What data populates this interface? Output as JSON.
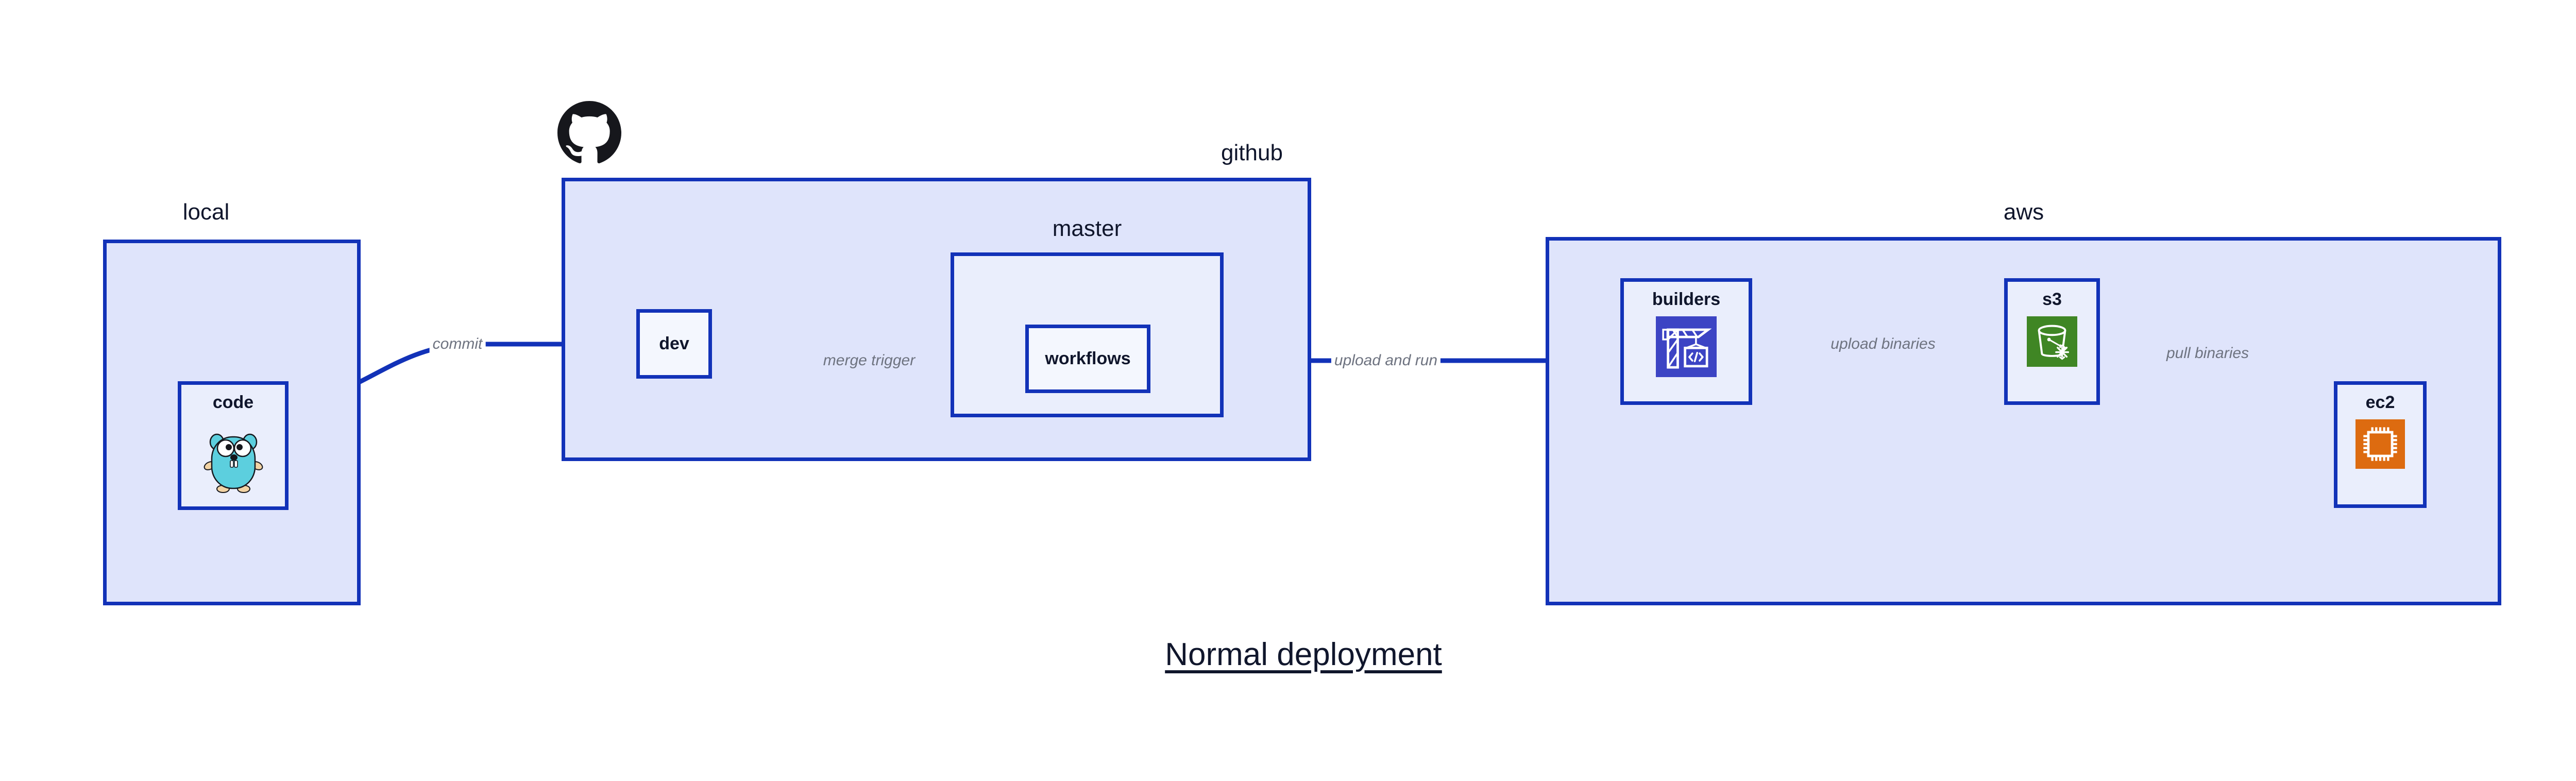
{
  "diagram": {
    "title": "Normal deployment",
    "accent_border": "#1232b8",
    "group_fill": "#dfe4fb",
    "node_fill": "#eaeefc",
    "text_color": "#10162c",
    "edge_label_color": "#6e7380"
  },
  "groups": {
    "local": {
      "label": "local"
    },
    "github": {
      "label": "github"
    },
    "master": {
      "label": "master"
    },
    "aws": {
      "label": "aws"
    }
  },
  "nodes": {
    "code": {
      "label": "code",
      "icon": "go-gopher-icon"
    },
    "dev": {
      "label": "dev",
      "icon": ""
    },
    "workflows": {
      "label": "workflows",
      "icon": ""
    },
    "builders": {
      "label": "builders",
      "icon": "aws-codebuild-icon",
      "icon_color": "#3c44c4"
    },
    "s3": {
      "label": "s3",
      "icon": "aws-s3-glacier-icon",
      "icon_color": "#3f8624"
    },
    "ec2": {
      "label": "ec2",
      "icon": "aws-ec2-icon",
      "icon_color": "#dd6b10"
    }
  },
  "edges": [
    {
      "id": "commit",
      "label": "commit",
      "from": "code",
      "to": "dev"
    },
    {
      "id": "merge-trigger",
      "label": "merge trigger",
      "from": "dev",
      "to": "workflows"
    },
    {
      "id": "upload-and-run",
      "label": "upload and run",
      "from": "workflows",
      "to": "builders"
    },
    {
      "id": "upload-binaries",
      "label": "upload binaries",
      "from": "builders",
      "to": "s3"
    },
    {
      "id": "pull-binaries",
      "label": "pull binaries",
      "from": "s3",
      "to": "ec2"
    }
  ],
  "logos": {
    "github": "github-octocat-icon"
  }
}
